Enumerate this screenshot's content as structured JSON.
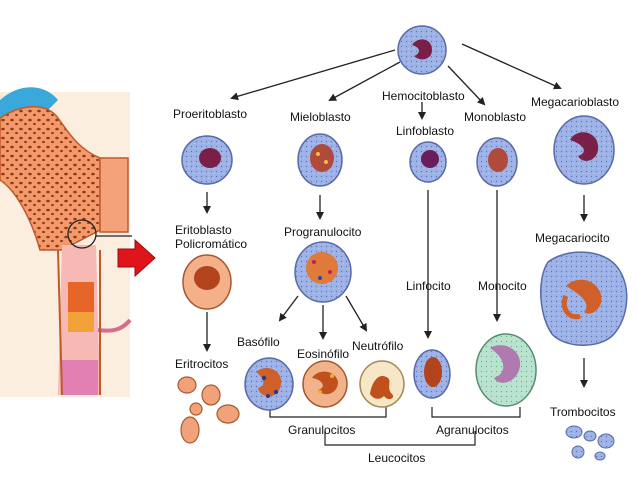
{
  "labels": {
    "hemocitoblasto": "Hemocitoblasto",
    "proeritoblasto": "Proeritoblasto",
    "mieloblasto": "Mieloblasto",
    "linfoblasto": "Linfoblasto",
    "monoblasto": "Monoblasto",
    "megacarioblasto": "Megacarioblasto",
    "eritoblasto_line1": "Eritoblasto",
    "eritoblasto_line2": "Policromático",
    "progranulocito": "Progranulocito",
    "megacariocito": "Megacariocito",
    "linfocito": "Linfocito",
    "monocito": "Monocito",
    "basofilo": "Basófilo",
    "eosinofilo": "Eosinófilo",
    "neutrofilo": "Neutrófilo",
    "eritrocitos": "Eritrocitos",
    "trombocitos": "Trombocitos",
    "granulocitos": "Granulocitos",
    "agranulocitos": "Agranulocitos",
    "leucocitos": "Leucocitos"
  },
  "colors": {
    "arrow_red": "#e0141b",
    "bone_orange": "#f28c5a",
    "marrow_dots": "#8b3a1f",
    "cell_blue": "#8fa8e0",
    "nucleus_purple": "#7a2048",
    "mono_green": "#a7d8c0"
  }
}
